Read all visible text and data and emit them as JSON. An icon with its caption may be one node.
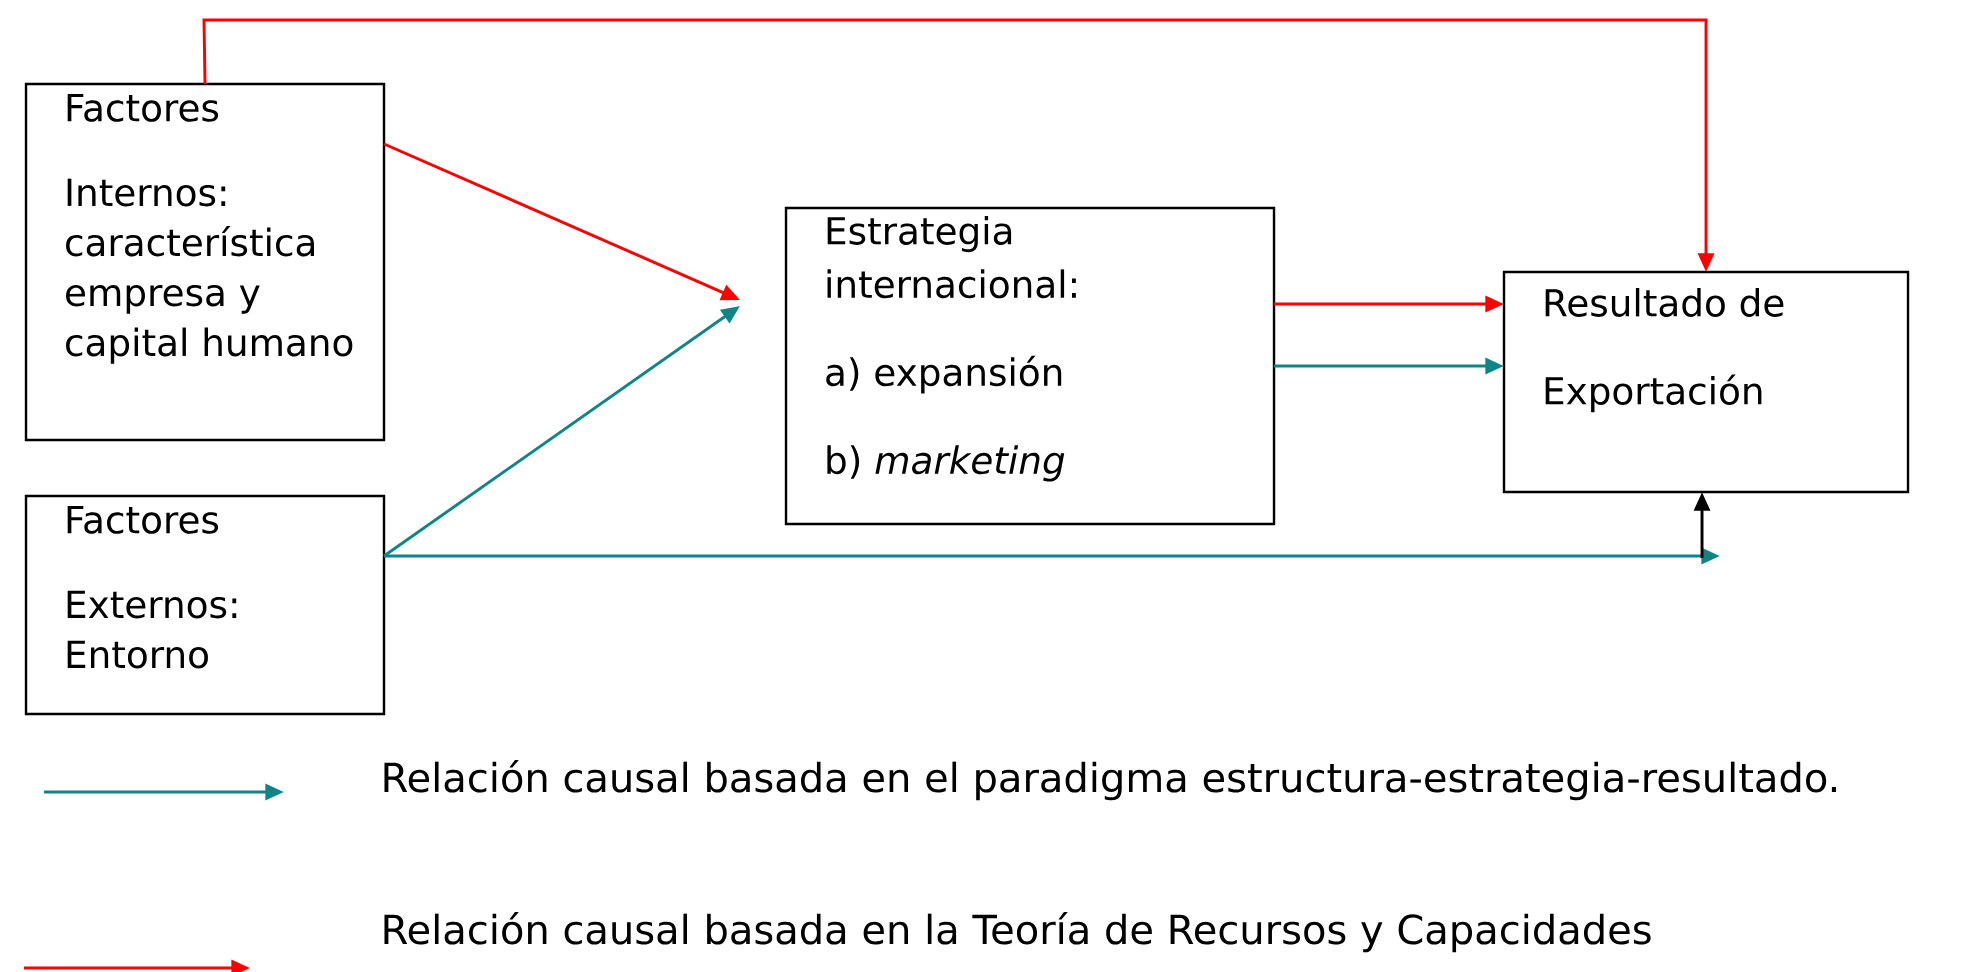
{
  "diagram": {
    "nodes": [
      {
        "text": [
          "Factores",
          "Internos: característica empresa y capital humano"
        ]
      },
      {
        "text": [
          "Factores",
          "Externos: Entorno"
        ]
      },
      {
        "text": [
          "Estrategia internacional:",
          "a) expansión",
          "b) *marketing*"
        ]
      },
      {
        "text": [
          "Resultado de Exportación"
        ]
      }
    ],
    "edges": [
      {
        "from": 0,
        "to": 3,
        "arrow": "to",
        "color": "#ff0000"
      },
      {
        "from": 0,
        "to": 2,
        "arrow": "to",
        "color": "#ff0000"
      },
      {
        "from": 1,
        "to": 2,
        "arrow": "to",
        "color": "#108585"
      },
      {
        "from": 2,
        "to": 3,
        "arrow": "to",
        "color": "#ff0000"
      },
      {
        "from": 2,
        "to": 3,
        "arrow": "to",
        "color": "#108585"
      },
      {
        "from": 1,
        "to": null,
        "arrow": "to",
        "color": "#108585"
      },
      {
        "from": null,
        "to": 3,
        "arrow": "to",
        "color": "#000000"
      }
    ],
    "legend": [
      {
        "text": "Relación causal basada en el paradigma estructura-estrategia-resultado.",
        "color": "#108585"
      },
      {
        "text": "Relación causal basada en la Teoría de Recursos y Capacidades",
        "color": "#ff0000"
      }
    ]
  }
}
